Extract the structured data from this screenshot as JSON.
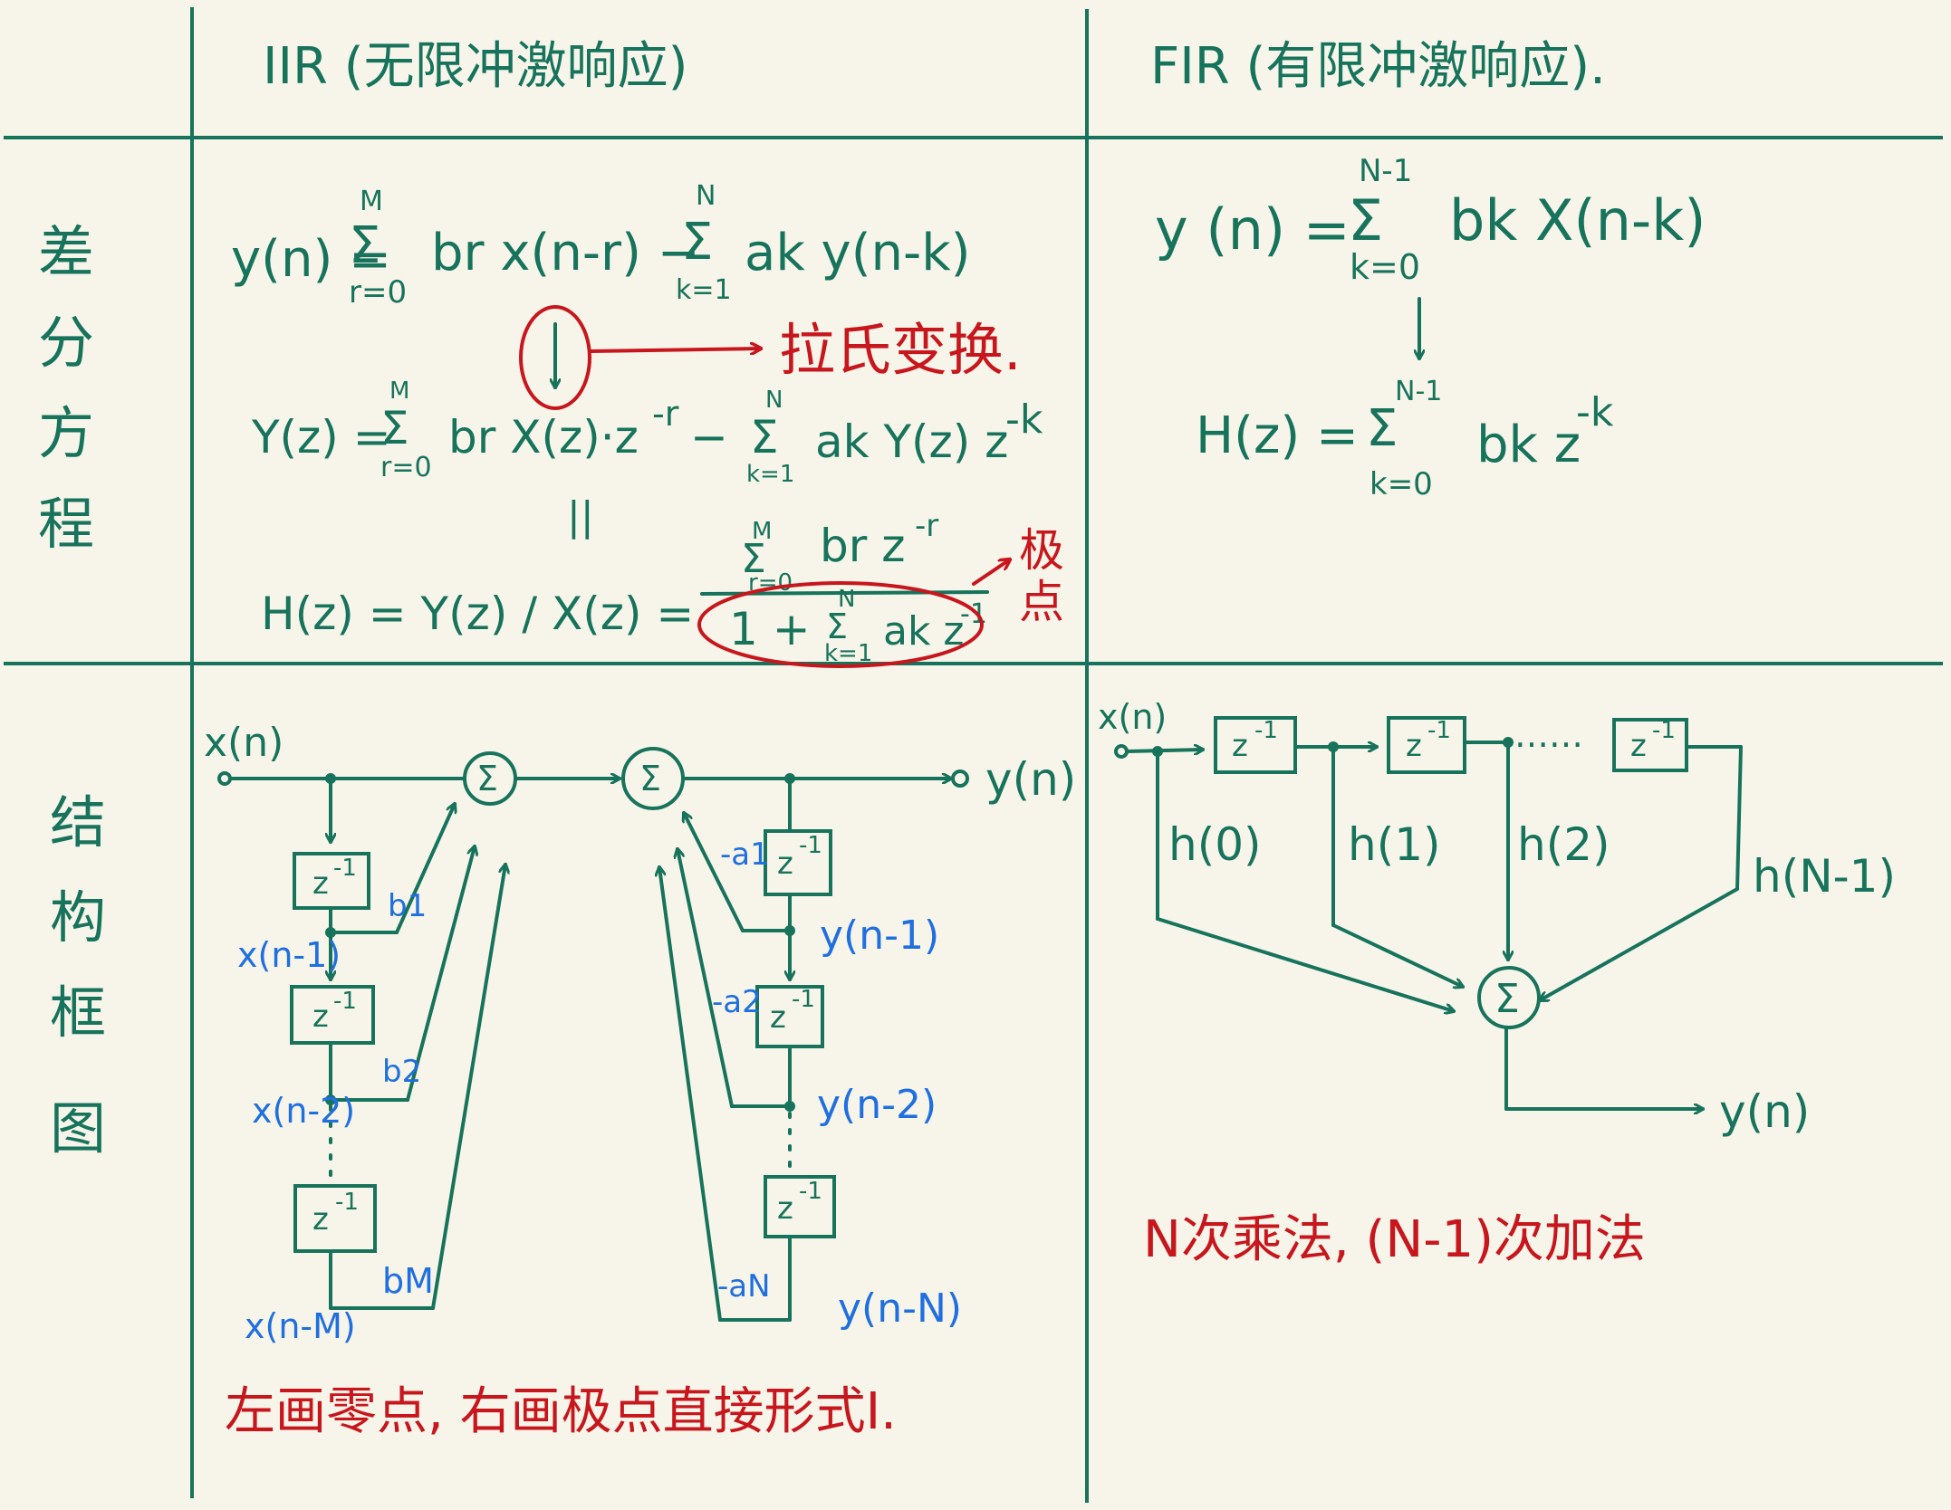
{
  "headers": {
    "iir": "IIR (无限冲激响应)",
    "fir": "FIR (有限冲激响应)."
  },
  "rows": {
    "diff_eq": [
      "差",
      "分",
      "方",
      "程"
    ],
    "structure": [
      "结",
      "构",
      "框",
      "图"
    ]
  },
  "iir_equations": {
    "line1": {
      "lhs": "y(n) = ",
      "sum1_top": "M",
      "sum1_bot": "r=0",
      "term1": "br x(n-r) − ",
      "sum2_top": "N",
      "sum2_bot": "k=1",
      "term2": "ak y(n-k)"
    },
    "transform_label": "拉氏变换.",
    "line2": {
      "lhs": "Y(z) = ",
      "sum1_top": "M",
      "sum1_bot": "r=0",
      "term1": "br X(z)·z",
      "exp1": "-r",
      "mid": " − ",
      "sum2_top": "N",
      "sum2_bot": "k=1",
      "term2": "ak Y(z) z",
      "exp2": "-k",
      "equals": "||"
    },
    "line3": {
      "lhs": "H(z) = Y(z) / X(z) = ",
      "num_sum_top": "M",
      "num_sum_bot": "r=0",
      "num_term": "br z",
      "num_exp": "-r",
      "den_one": "1 + ",
      "den_sum_top": "N",
      "den_sum_bot": "k=1",
      "den_term": "ak z",
      "den_exp": "-1"
    },
    "pole_label": [
      "极",
      "点"
    ]
  },
  "fir_equations": {
    "line1": {
      "lhs": "y (n) = ",
      "sum_top": "N-1",
      "sum_bot": "k=0",
      "term": "bk X(n-k)"
    },
    "line2": {
      "lhs": "H(z) = ",
      "sum_top": "N-1",
      "sum_bot": "k=0",
      "term": "bk z",
      "exp": "-k"
    }
  },
  "iir_diagram": {
    "input_label": "x(n)",
    "output_label": "y(n)",
    "sum_symbol": "Σ",
    "delay_label": "z",
    "delay_exp": "-1",
    "left_taps": [
      "x(n-1)",
      "x(n-2)",
      "x(n-M)"
    ],
    "left_coeffs": [
      "b1",
      "b2",
      "bM"
    ],
    "right_taps": [
      "y(n-1)",
      "y(n-2)",
      "y(n-N)"
    ],
    "right_coeffs": [
      "-a1",
      "-a2",
      "-aN"
    ],
    "note": "左画零点, 右画极点直接形式I."
  },
  "fir_diagram": {
    "input_label": "x(n)",
    "output_label": "y(n)",
    "sum_symbol": "Σ",
    "delay_label": "z",
    "delay_exp": "-1",
    "dots": "……",
    "taps": [
      "h(0)",
      "h(1)",
      "h(2)",
      "h(N-1)"
    ],
    "note": "N次乘法, (N-1)次加法"
  },
  "colors": {
    "ink_green": "#17735b",
    "ink_red": "#c8161d",
    "ink_blue": "#1f6fe0",
    "paper": "#f7f5ea"
  }
}
